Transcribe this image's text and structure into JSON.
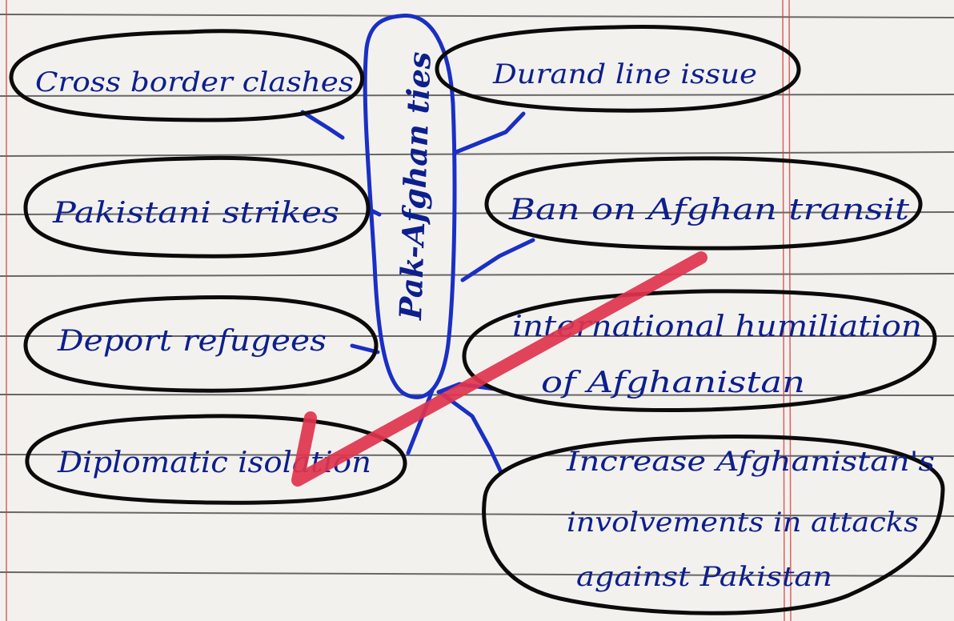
{
  "diagram": {
    "center": {
      "label": "Pak-Afghan ties"
    },
    "left_nodes": [
      {
        "id": "cross-border",
        "label": "Cross border clashes"
      },
      {
        "id": "pakistani-strikes",
        "label": "Pakistani strikes"
      },
      {
        "id": "deport-refugees",
        "label": "Deport refugees"
      },
      {
        "id": "diplomatic-isolation",
        "label": "Diplomatic isolation"
      }
    ],
    "right_nodes": [
      {
        "id": "durand-line",
        "label": "Durand line issue"
      },
      {
        "id": "ban-transit",
        "label": "Ban on Afghan transit"
      },
      {
        "id": "humiliation",
        "line1": "international humiliation",
        "line2": "of Afghanistan"
      },
      {
        "id": "involvement",
        "line1": "Increase Afghanistan's",
        "line2": "involvements in attacks",
        "line3": "against Pakistan"
      }
    ],
    "colors": {
      "ink_blue": "#0d1f8c",
      "connector_blue": "#1a2fc4",
      "outline_black": "#0b0b0b",
      "check_red": "#e0344e",
      "paper": "#f3f1ee",
      "margin_red": "#d04040"
    },
    "check_mark": "tick"
  }
}
